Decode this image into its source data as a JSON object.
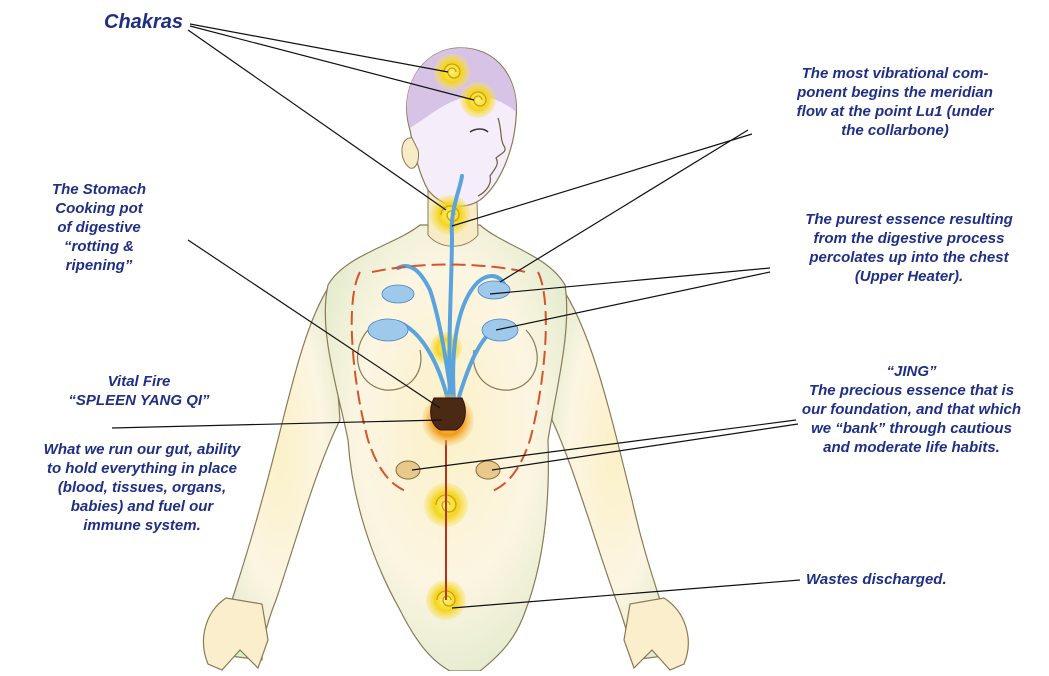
{
  "labels": {
    "chakras": "Chakras",
    "stomach": "The Stomach\nCooking pot\nof digestive\n“rotting &\nripening”",
    "vital_fire": "Vital Fire\n“SPLEEN YANG QI”",
    "gut": "What we run our gut, ability\nto hold everything in place\n(blood, tissues, organs,\nbabies) and fuel our\nimmune system.",
    "vibrational": "The most vibrational com-\nponent begins the meridian\nflow at the point Lu1 (under\nthe collarbone)",
    "purest": "The purest essence resulting\nfrom the digestive process\npercolates up into the chest\n(Upper Heater).",
    "jing": "“JING”\nThe precious essence that is\nour foundation, and that which\nwe “bank” through cautious\nand moderate life habits.",
    "wastes": "Wastes discharged."
  },
  "colors": {
    "label_text": "#1f2f86",
    "leader_line": "#111111",
    "chakra_yellow": "#f2d21b",
    "skin_light": "#fdf4dc",
    "skin_shadow": "#d9e3c4",
    "head_lilac": "#d8c4e6",
    "meridian_blue": "#5aa3dc",
    "meridian_red": "#d6542c"
  }
}
